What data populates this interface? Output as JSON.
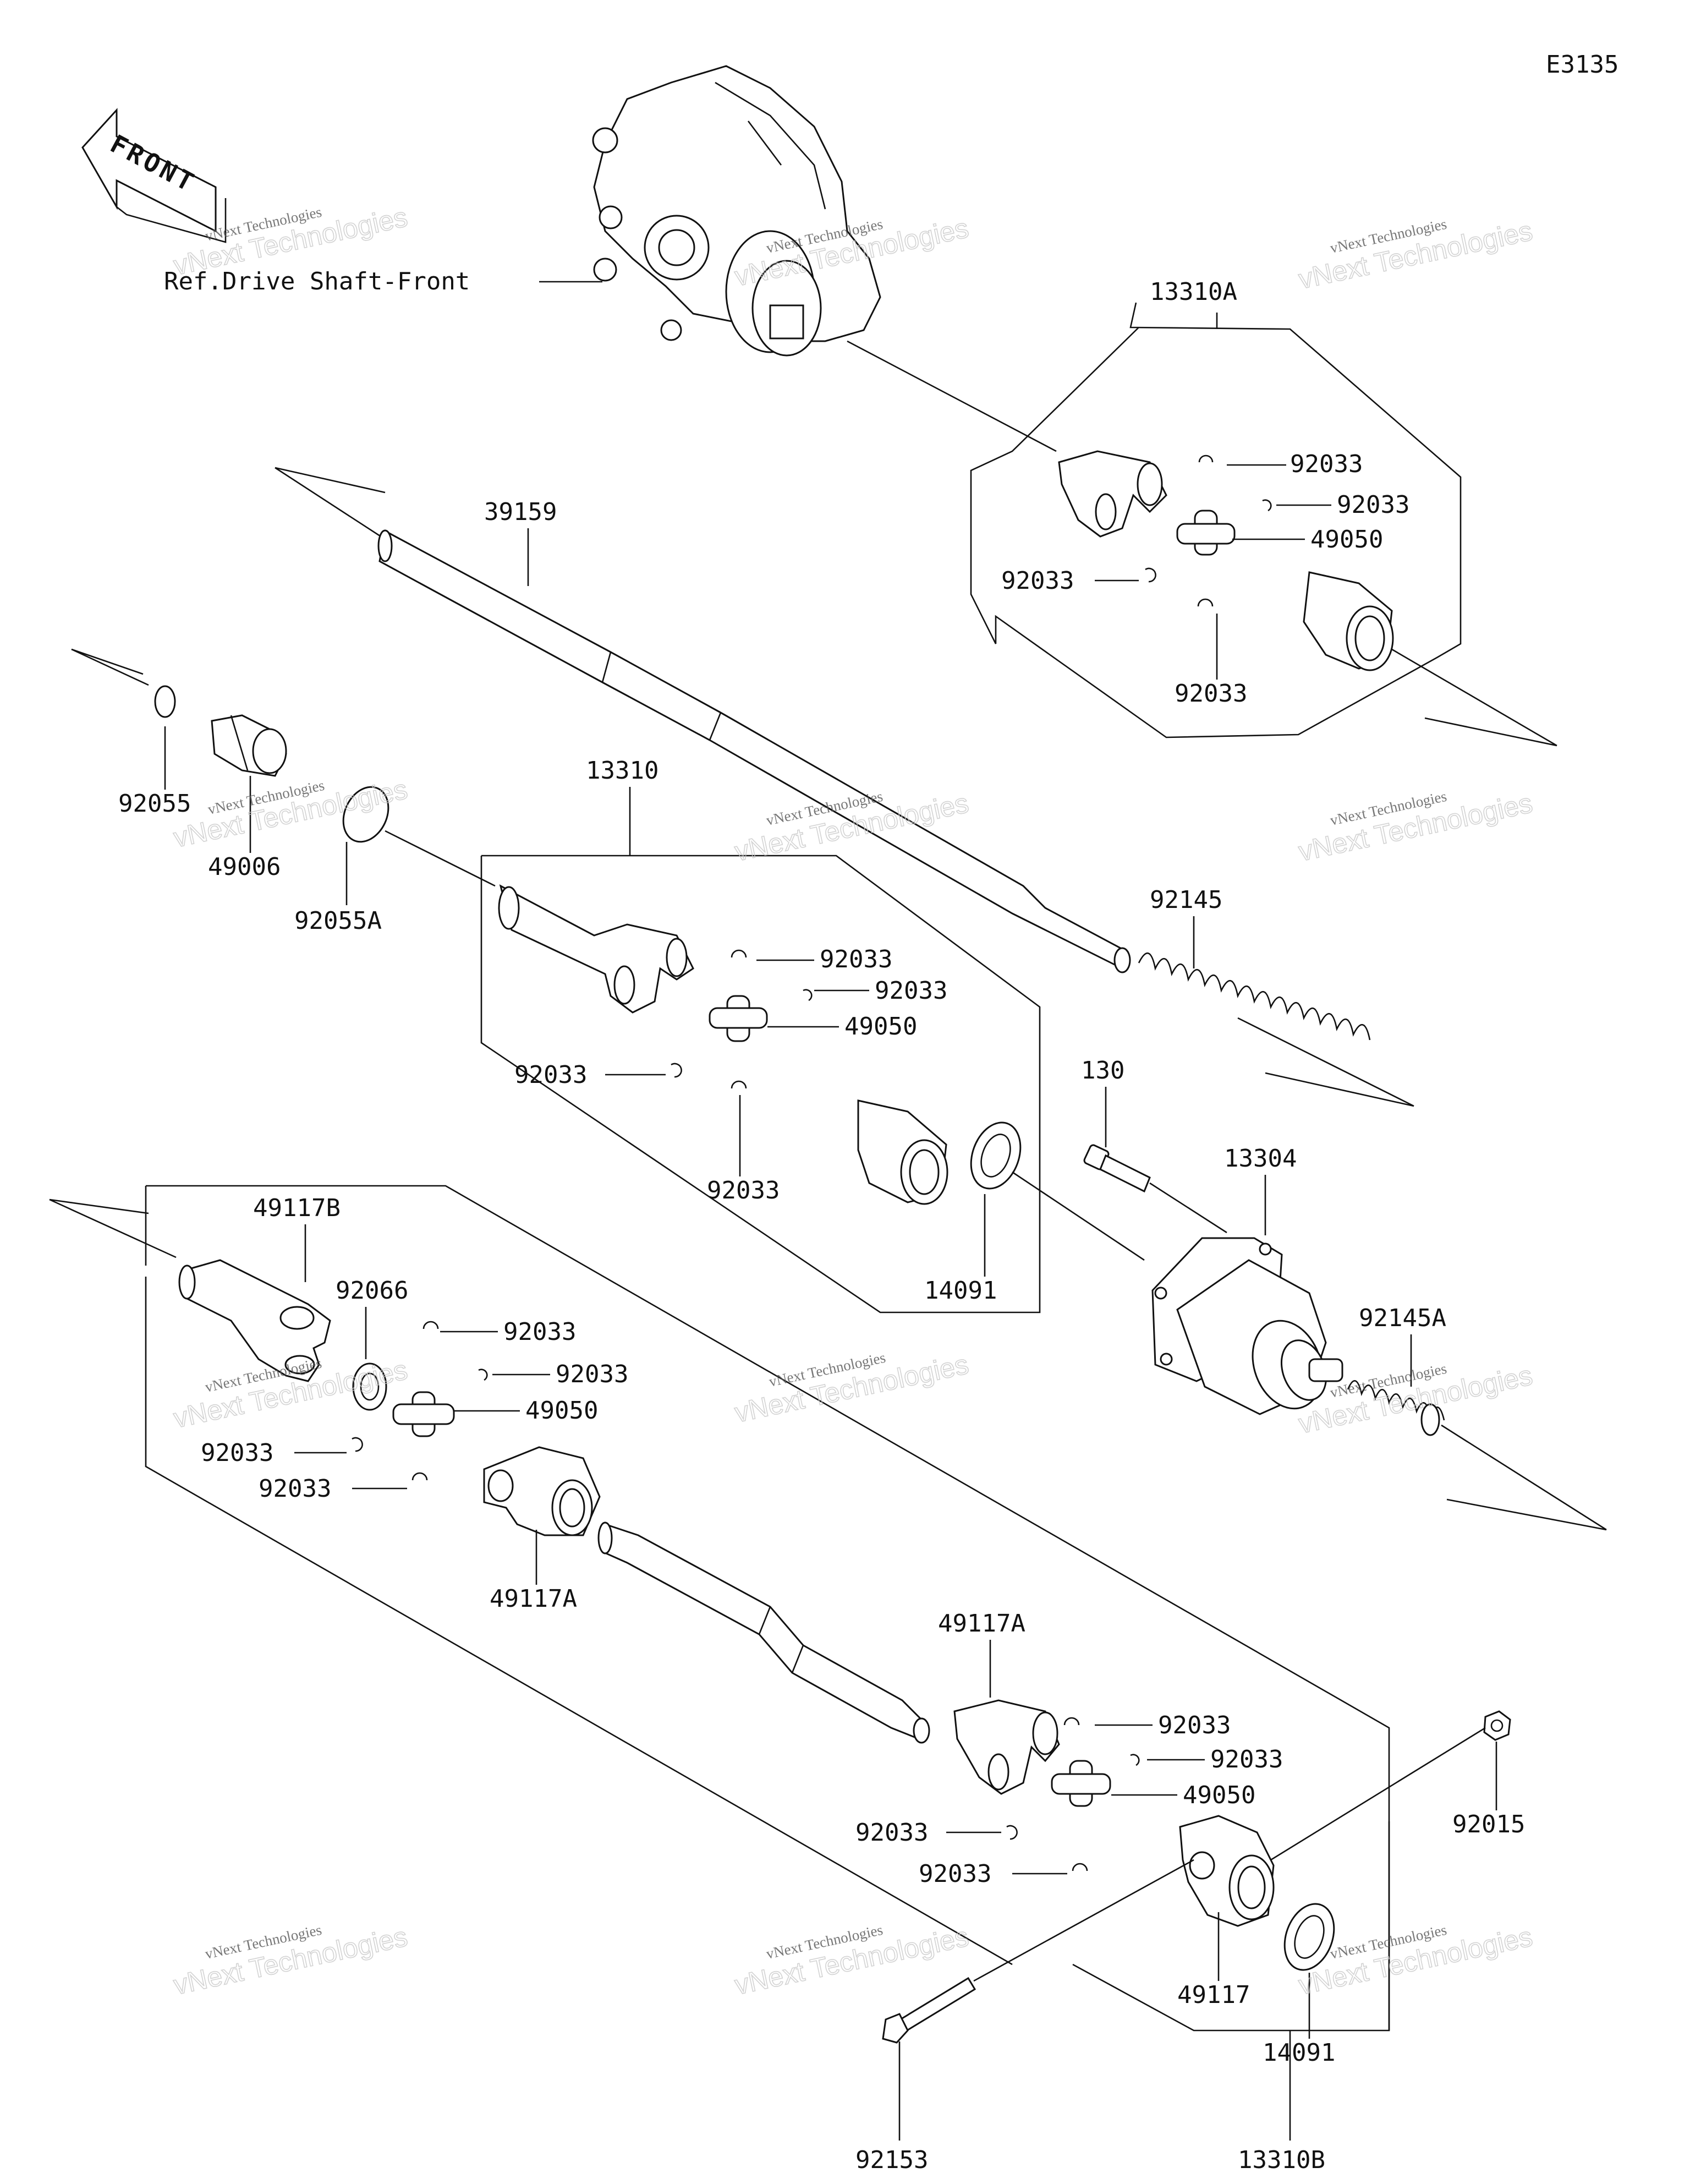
{
  "diagram_code": "E3135",
  "front_label": "FRONT",
  "ref_label": "Ref.Drive Shaft-Front",
  "labels": {
    "l_13310A": "13310A",
    "l_92033_a1": "92033",
    "l_92033_a2": "92033",
    "l_49050_a": "49050",
    "l_92033_a3": "92033",
    "l_92033_a4": "92033",
    "l_39159": "39159",
    "l_92055": "92055",
    "l_49006": "49006",
    "l_92055A": "92055A",
    "l_13310": "13310",
    "l_92145": "92145",
    "l_92033_b1": "92033",
    "l_92033_b2": "92033",
    "l_49050_b": "49050",
    "l_92033_b3": "92033",
    "l_92033_b4": "92033",
    "l_130": "130",
    "l_13304": "13304",
    "l_14091_a": "14091",
    "l_49117B": "49117B",
    "l_92066": "92066",
    "l_92033_c1": "92033",
    "l_92033_c2": "92033",
    "l_49050_c": "49050",
    "l_92033_c3": "92033",
    "l_92033_c4": "92033",
    "l_92145A": "92145A",
    "l_49117A_a": "49117A",
    "l_49117A_b": "49117A",
    "l_92033_d1": "92033",
    "l_92033_d2": "92033",
    "l_49050_d": "49050",
    "l_92033_d3": "92033",
    "l_92033_d4": "92033",
    "l_92015": "92015",
    "l_49117": "49117",
    "l_14091_b": "14091",
    "l_92153": "92153",
    "l_13310B": "13310B"
  },
  "watermark": {
    "line1": "vNext Technologies",
    "line2": "vNext Technologies"
  }
}
